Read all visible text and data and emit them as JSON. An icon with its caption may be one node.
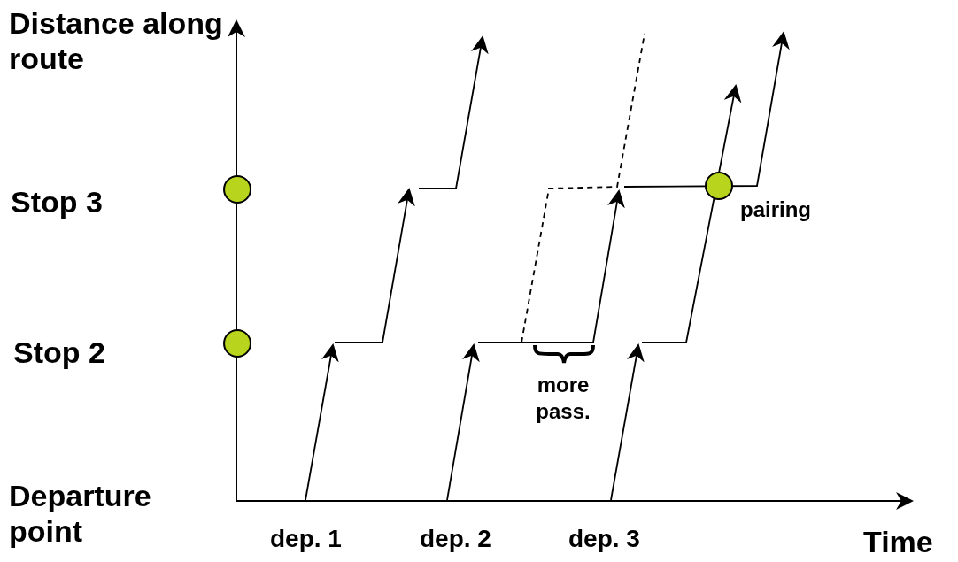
{
  "diagram": {
    "nodes": [
      {
        "text": [],
        "shape": "circle"
      },
      {
        "text": [],
        "shape": "circle"
      },
      {
        "text": [],
        "shape": "circle",
        "beside": [
          "pairing"
        ]
      }
    ],
    "labels": [
      "Distance along route",
      "Stop 3",
      "Stop 2",
      "more pass.",
      "Departure point",
      "dep. 1",
      "dep. 2",
      "dep. 3",
      "Time"
    ]
  }
}
